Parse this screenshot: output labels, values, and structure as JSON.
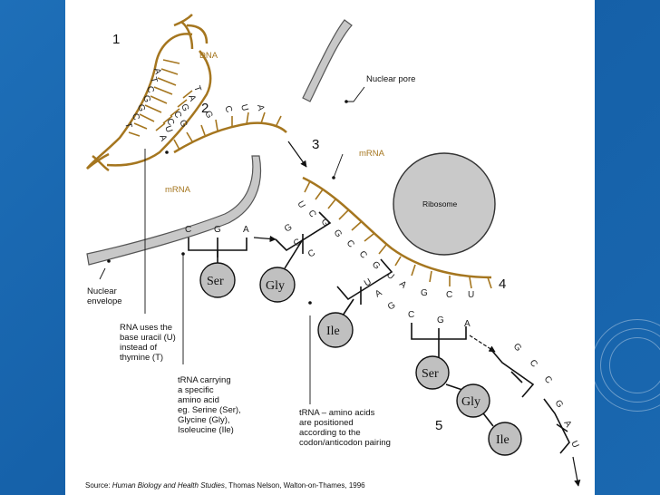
{
  "labels": {
    "num_1": "1",
    "num_2": "2",
    "num_3": "3",
    "num_4": "4",
    "num_5": "5",
    "dna": "DNA",
    "mrna_1": "mRNA",
    "mrna_2": "mRNA",
    "nuclear_pore": "Nuclear pore",
    "ribosome": "Ribosome",
    "nuclear_envelope": [
      "Nuclear",
      "envelope"
    ],
    "rna_uracil": [
      "RNA uses the",
      "base uracil (U)",
      "instead of",
      "thymine (T)"
    ],
    "trna_carrying": [
      "tRNA carrying",
      "a specific",
      "amino acid",
      "eg. Serine (Ser),",
      "Glycine (Gly),",
      "Isoleucine (Ile)"
    ],
    "trna_amino": [
      "tRNA – amino acids",
      "are positioned",
      "according to the",
      "codon/anticodon pairing"
    ]
  },
  "bases": {
    "dna_strand": [
      "A",
      "T",
      "C",
      "G",
      "G",
      "C",
      "T"
    ],
    "dna_template": [
      "T",
      "A",
      "G",
      "C",
      "C"
    ],
    "mrna_upper": [
      "A",
      "U",
      "G",
      "G",
      "C",
      "U",
      "A"
    ],
    "mrna_ribosome": [
      "U",
      "C",
      "G",
      "G",
      "C",
      "C",
      "G",
      "U",
      "A",
      "G",
      "C",
      "U"
    ],
    "trna_ser": [
      "C",
      "G",
      "A"
    ],
    "trna_gly": [
      "G",
      "C",
      "C"
    ],
    "trna_ile": [
      "U",
      "A",
      "G"
    ],
    "trna_right_1": [
      "C",
      "G",
      "A"
    ],
    "trna_right_2": [
      "G",
      "C",
      "C"
    ],
    "trna_right_3": [
      "G",
      "A",
      "U"
    ]
  },
  "amino_acids": {
    "ser_1": "Ser",
    "gly_1": "Gly",
    "ile_1": "Ile",
    "ser_2": "Ser",
    "gly_2": "Gly",
    "ile_2": "Ile"
  },
  "source": {
    "prefix": "Source: ",
    "title": "Human Biology and Health Studies",
    "suffix": ", Thomas Nelson, Walton-on-Thames, 1996"
  },
  "colors": {
    "background": "#1565b0",
    "strand": "#a5761f",
    "membrane_fill": "#c8c8c8",
    "membrane_stroke": "#555555",
    "amino_fill": "#c0c0c0"
  }
}
